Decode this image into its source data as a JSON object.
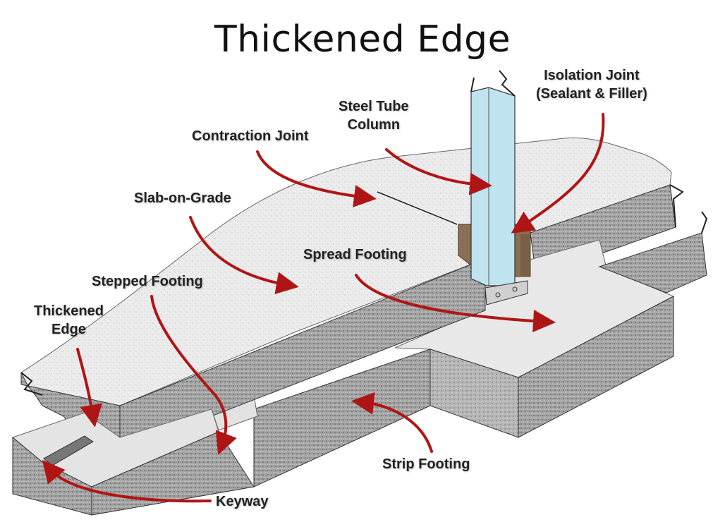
{
  "title": "Thickened Edge",
  "labels": {
    "isolation_joint_line1": "Isolation Joint",
    "isolation_joint_line2": "(Sealant & Filler)",
    "steel_tube_line1": "Steel Tube",
    "steel_tube_line2": "Column",
    "contraction_joint": "Contraction Joint",
    "slab_on_grade": "Slab-on-Grade",
    "spread_footing": "Spread Footing",
    "stepped_footing": "Stepped Footing",
    "thickened_edge_line1": "Thickened",
    "thickened_edge_line2": "Edge",
    "strip_footing": "Strip Footing",
    "keyway": "Keyway"
  },
  "colors": {
    "arrow": "#b01515",
    "slab_top": "#e9e9e9",
    "concrete_side": "#9a9a9a",
    "concrete_dark": "#7d7d7d",
    "steel": "#bfe3ef",
    "filler": "#8a6f55"
  }
}
